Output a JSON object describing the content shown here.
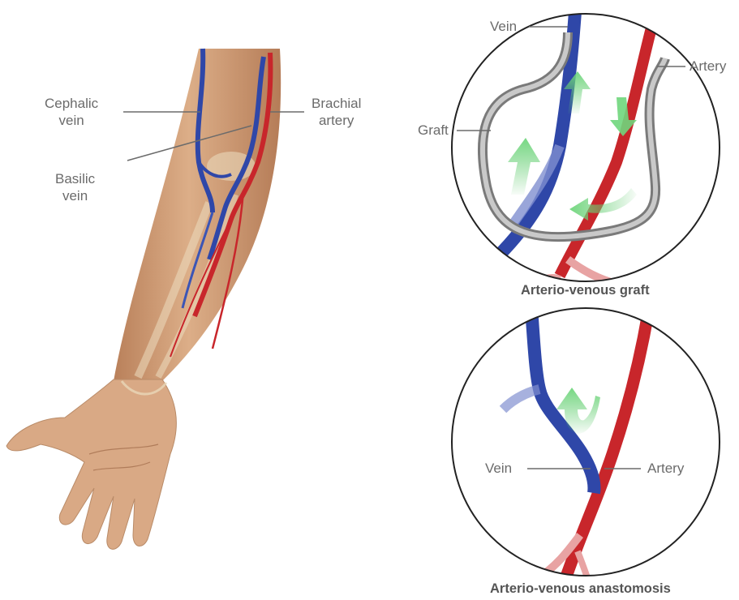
{
  "arm": {
    "cephalic_vein": [
      "Cephalic",
      "vein"
    ],
    "basilic_vein": [
      "Basilic",
      "vein"
    ],
    "brachial_artery": [
      "Brachial",
      "artery"
    ]
  },
  "graft_panel": {
    "vein": "Vein",
    "artery": "Artery",
    "graft": "Graft",
    "caption": "Arterio-venous graft"
  },
  "anastomosis_panel": {
    "vein": "Vein",
    "artery": "Artery",
    "caption": "Arterio-venous anastomosis"
  },
  "colors": {
    "vein": "#2f47a8",
    "artery": "#c8262b",
    "graft": "#8f8f8f",
    "flow_arrow": "#5cc76a",
    "skin": "#d4a37c"
  }
}
